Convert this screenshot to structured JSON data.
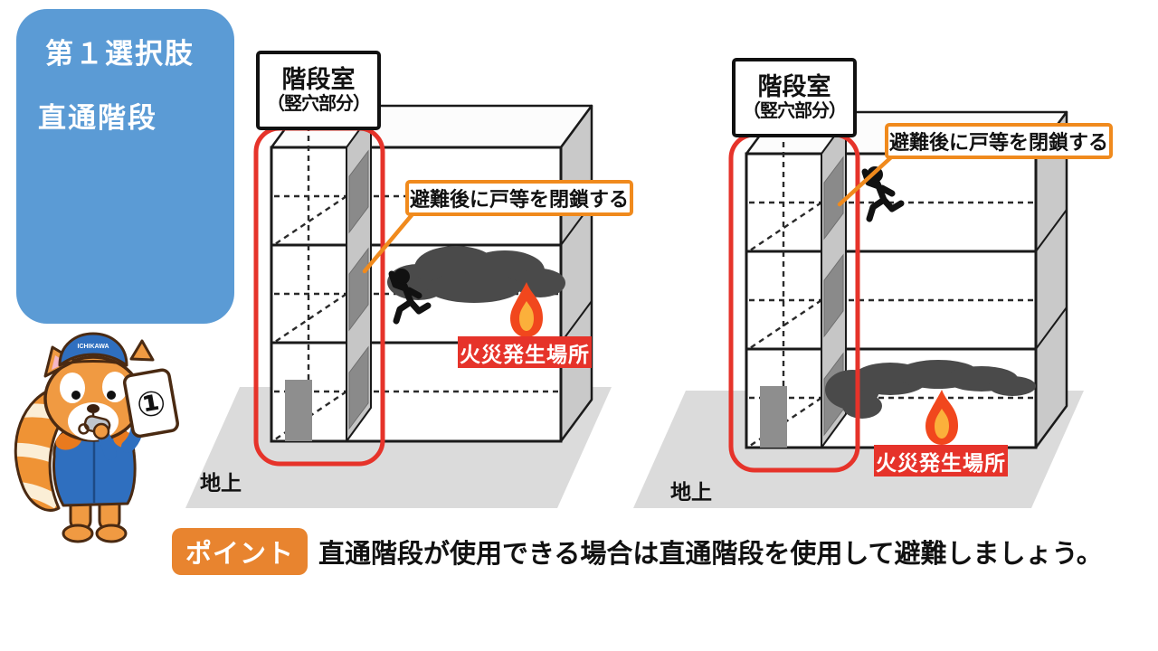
{
  "option_panel": {
    "line1": "第１選択肢",
    "line2": "直通階段"
  },
  "diagram_left": {
    "stair_label_line1": "階段室",
    "stair_label_line2": "（竪穴部分）",
    "callout": "避難後に戸等を閉鎖する",
    "fire_label": "火災発生場所",
    "ground_label": "地上"
  },
  "diagram_right": {
    "stair_label_line1": "階段室",
    "stair_label_line2": "（竪穴部分）",
    "callout": "避難後に戸等を閉鎖する",
    "fire_label": "火災発生場所",
    "ground_label": "地上"
  },
  "point_banner": {
    "badge": "ポイント",
    "text": "直通階段が使用できる場合は直通階段を使用して避難しましょう。"
  },
  "mascot": {
    "card_number": "①",
    "cap_text": "ICHIKAWA"
  },
  "colors": {
    "accent_blue": "#5B9BD5",
    "badge_orange": "#E8842F",
    "callout_orange": "#F08A1D",
    "alert_red": "#E6332A",
    "smoke_gray": "#4A4A4A",
    "ground_gray": "#DBDBDB"
  }
}
